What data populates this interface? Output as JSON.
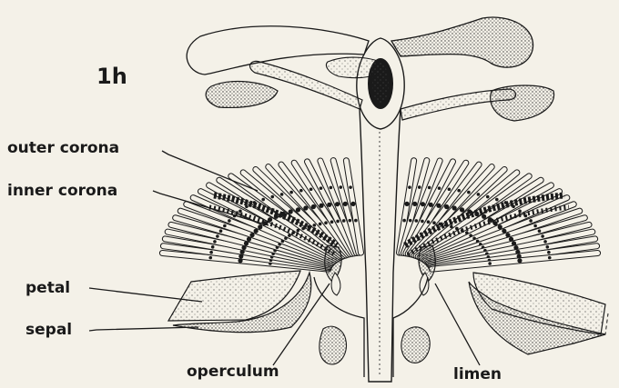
{
  "figure": {
    "id": "1h",
    "labels": {
      "outer_corona": "outer corona",
      "inner_corona": "inner corona",
      "petal": "petal",
      "sepal": "sepal",
      "operculum": "operculum",
      "limen": "limen"
    }
  },
  "colors": {
    "paper": "#f4f1e8",
    "ink": "#1a1a1a"
  }
}
